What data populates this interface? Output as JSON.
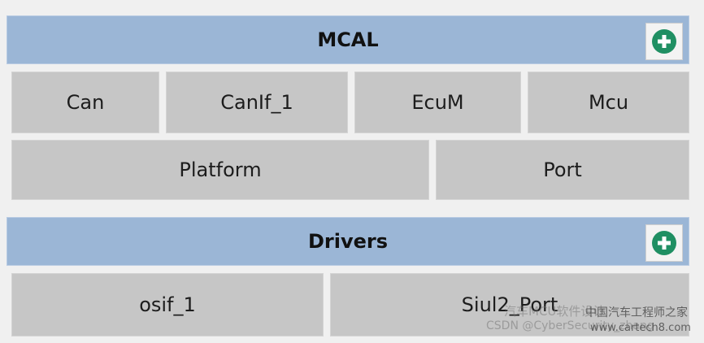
{
  "groups": [
    {
      "title": "MCAL",
      "add_icon": "plus-circle-icon",
      "rows": [
        [
          "Can",
          "CanIf_1",
          "EcuM",
          "Mcu"
        ],
        [
          "Platform",
          "Port"
        ]
      ]
    },
    {
      "title": "Drivers",
      "add_icon": "plus-circle-icon",
      "rows": [
        [
          "osif_1",
          "Siul2_Port"
        ]
      ]
    }
  ],
  "colors": {
    "header": "#9bb6d6",
    "tile": "#c6c6c6",
    "add_green": "#1f8f63"
  },
  "watermark": {
    "line1": "汽车MCU软件设计",
    "line2": "CSDN @CyberSecurity_zhang",
    "line3": "中国汽车工程师之家",
    "line4": "www.cartech8.com"
  }
}
